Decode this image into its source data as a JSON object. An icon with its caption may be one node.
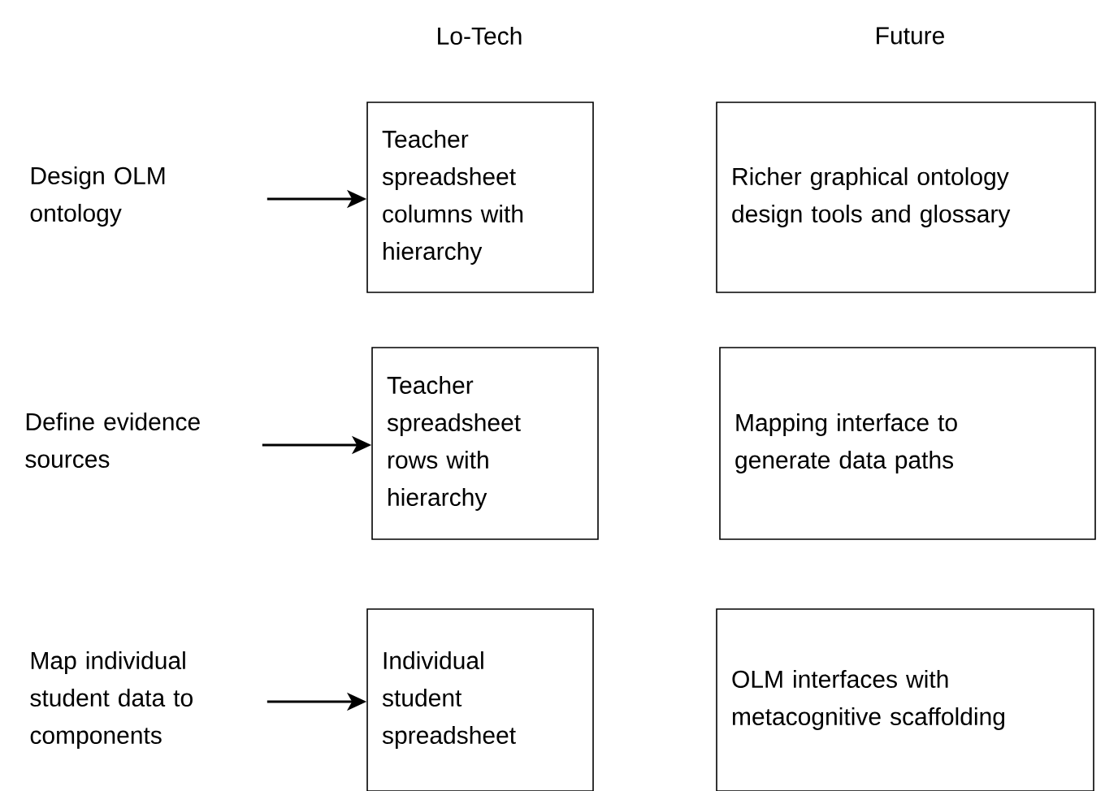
{
  "diagram": {
    "nodes": [
      {
        "text": [
          "Design OLM ontology"
        ]
      },
      {
        "text": [
          "Teacher spreadsheet columns with hierarchy"
        ]
      },
      {
        "text": [
          "Richer graphical ontology design tools and glossary"
        ]
      },
      {
        "text": [
          "Define evidence sources"
        ]
      },
      {
        "text": [
          "Teacher spreadsheet rows with hierarchy"
        ]
      },
      {
        "text": [
          "Mapping interface to generate data paths"
        ]
      },
      {
        "text": [
          "Map individual student data to components"
        ]
      },
      {
        "text": [
          "Individual student spreadsheet"
        ]
      },
      {
        "text": [
          "OLM interfaces with metacognitive scaffolding"
        ]
      }
    ],
    "edges": [
      {
        "from": 0,
        "to": 1,
        "arrow": "to"
      },
      {
        "from": 3,
        "to": 4,
        "arrow": "to"
      },
      {
        "from": 6,
        "to": 7,
        "arrow": "to"
      }
    ],
    "labels": [
      "Lo-Tech",
      "Future"
    ]
  }
}
